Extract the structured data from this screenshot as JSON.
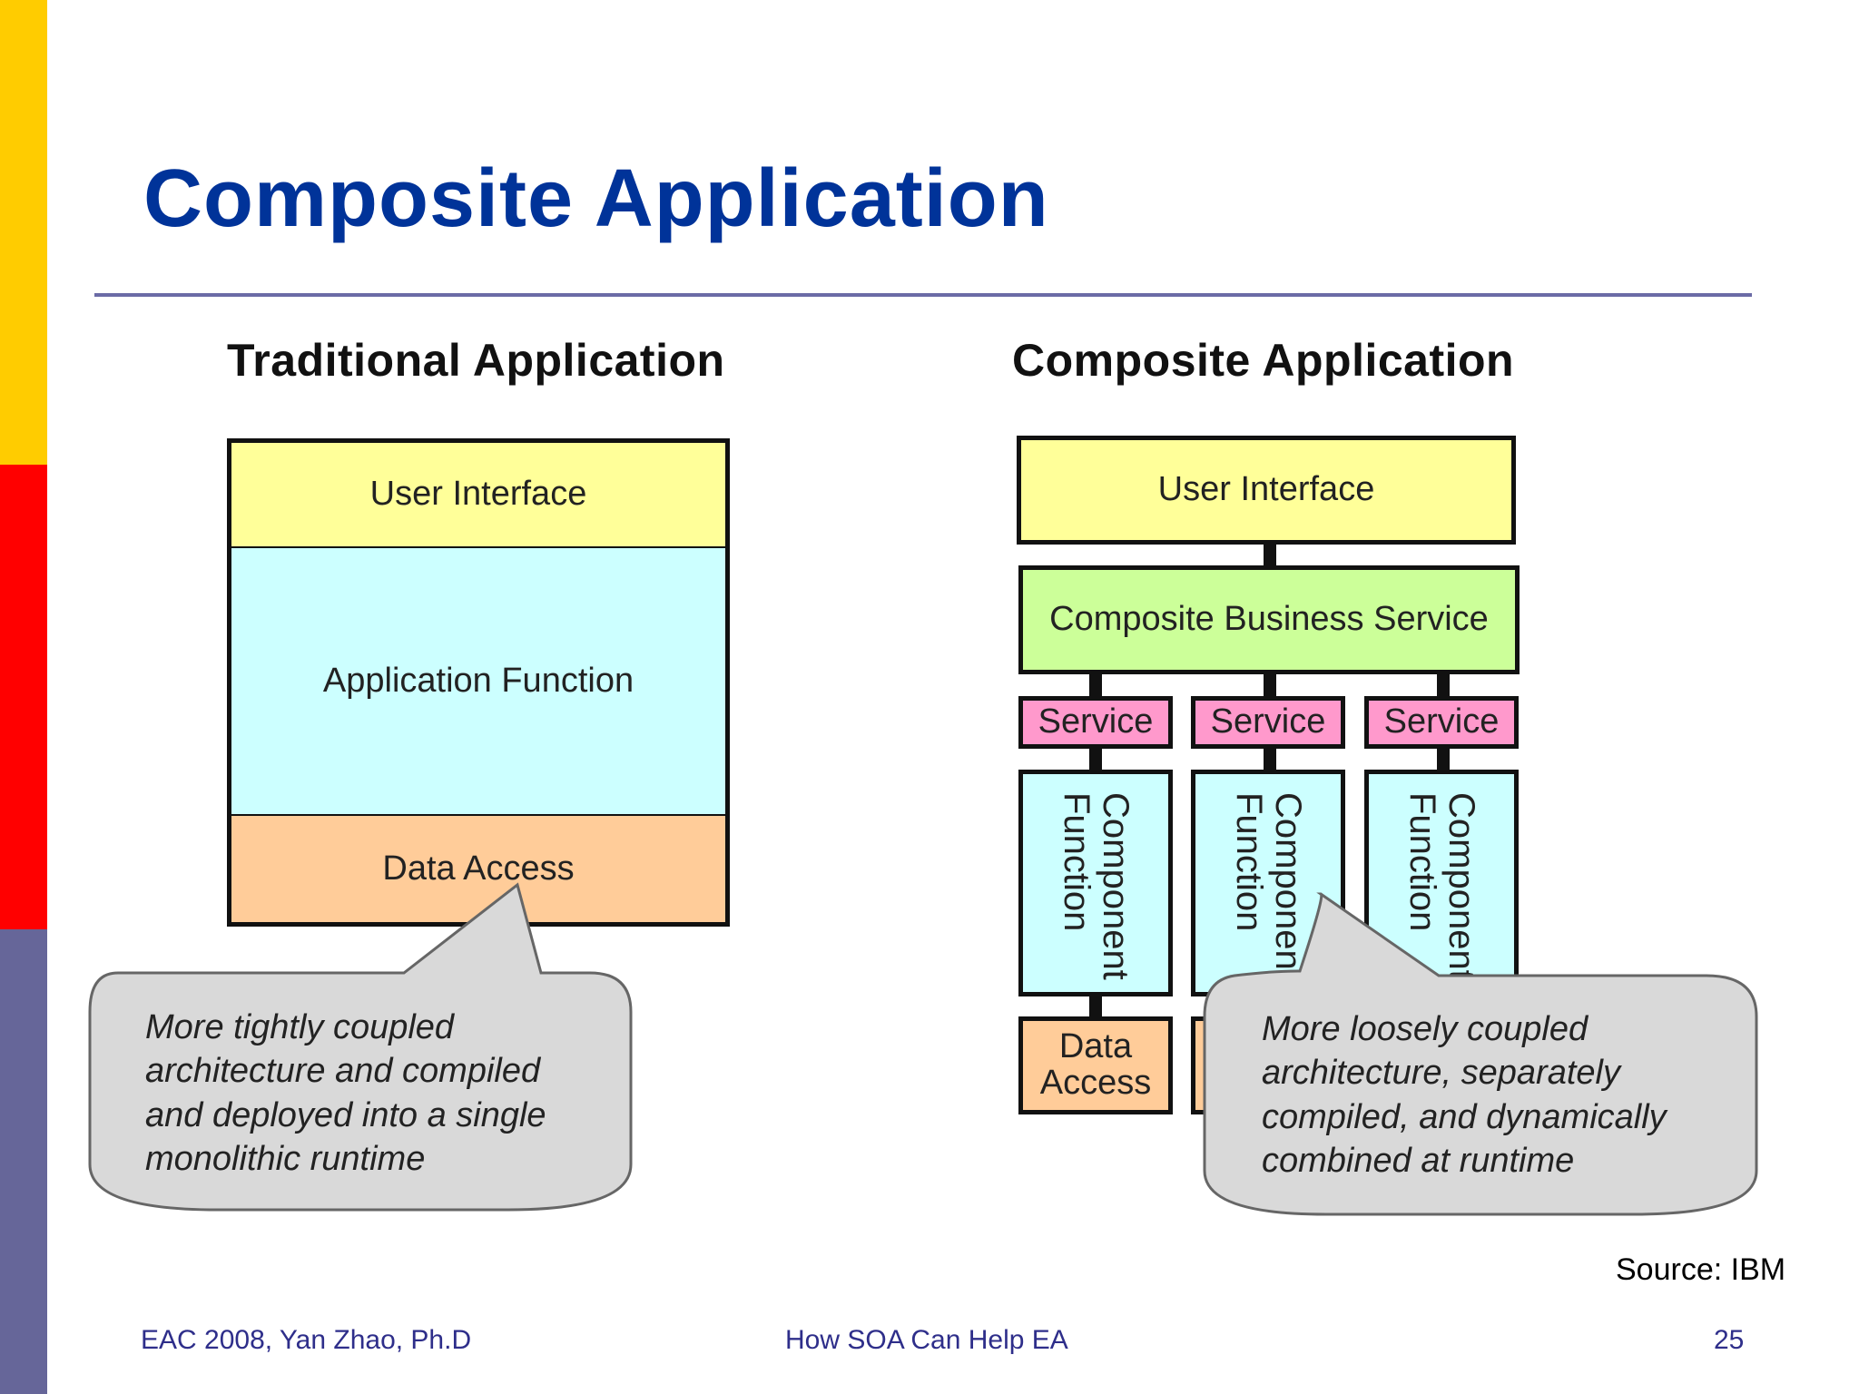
{
  "slide": {
    "title": "Composite Application",
    "source": "Source: IBM",
    "footer": {
      "left": "EAC 2008, Yan Zhao, Ph.D",
      "center": "How SOA Can Help EA",
      "page": "25"
    }
  },
  "traditional": {
    "title": "Traditional Application",
    "layers": {
      "ui": "User Interface",
      "function": "Application Function",
      "data": "Data Access"
    },
    "callout": [
      "More tightly coupled",
      "architecture and compiled",
      "and deployed into a single",
      "monolithic runtime"
    ]
  },
  "composite": {
    "title": "Composite Application",
    "ui": "User Interface",
    "business_service": "Composite Business Service",
    "services": [
      "Service",
      "Service",
      "Service"
    ],
    "component_line1": "Component",
    "component_line2": "Function",
    "data_access": [
      "Data",
      "Access"
    ],
    "callout": [
      "More loosely coupled",
      "architecture, separately",
      "compiled, and dynamically",
      "combined at runtime"
    ]
  },
  "colors": {
    "title_blue": "#003399",
    "ui_yellow": "#ffff99",
    "function_cyan": "#ccffff",
    "data_orange": "#ffcc99",
    "business_green": "#ccff99",
    "service_pink": "#ff99cc",
    "callout_gray": "#d9d9d9",
    "band_yellow": "#ffcc00",
    "band_red": "#ff0000",
    "band_purple": "#666699"
  }
}
